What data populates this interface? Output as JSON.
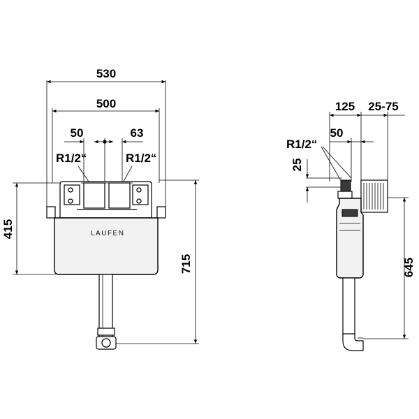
{
  "brand": "LAUFEN",
  "front_view": {
    "dim_overall_width": "530",
    "dim_frame_width": "500",
    "dim_left_offset": "50",
    "dim_right_offset": "63",
    "thread_left": "R1/2“",
    "thread_right": "R1/2“",
    "dim_cistern_height": "415",
    "dim_total_height": "715"
  },
  "side_view": {
    "dim_depth": "125",
    "dim_wall_range": "25-75",
    "dim_inlet_offset": "50",
    "thread": "R1/2“",
    "dim_inlet_height": "25",
    "dim_outlet_height": "645"
  }
}
